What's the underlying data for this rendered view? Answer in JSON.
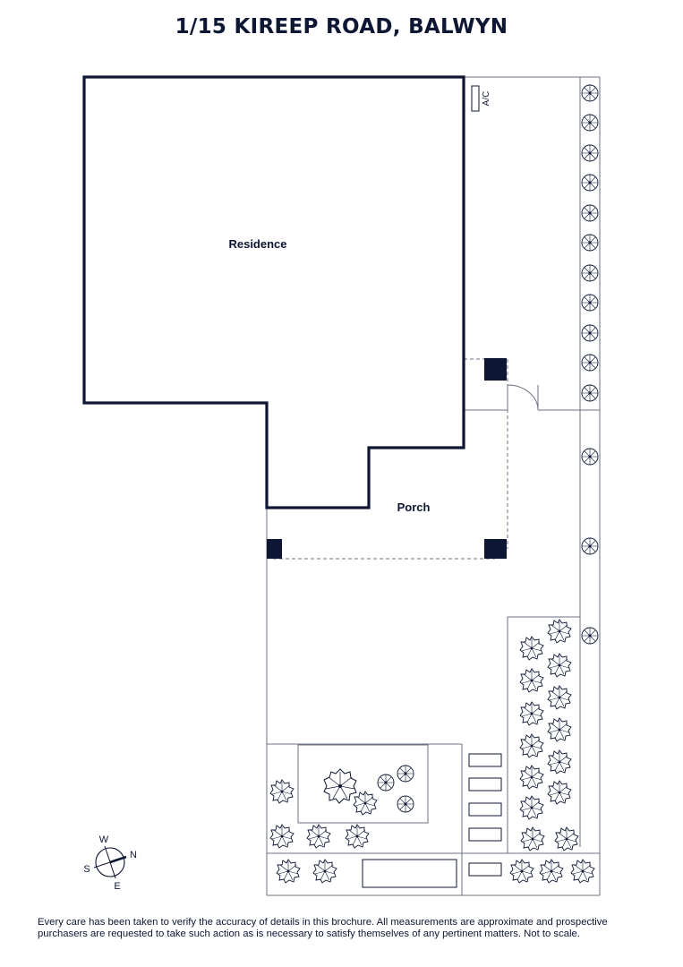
{
  "title": "1/15 KIREEP ROAD, BALWYN",
  "rooms": {
    "residence": "Residence",
    "porch": "Porch",
    "ac": "A/C"
  },
  "compass": {
    "w": "W",
    "n": "N",
    "s": "S",
    "e": "E"
  },
  "disclaimer": {
    "line1": "Every care has been taken to verify the accuracy of details in this brochure. All measurements are approximate and prospective",
    "line2": "purchasers are requested to take such action as is necessary to satisfy themselves of any pertinent matters. Not to scale."
  },
  "colors": {
    "ink": "#0d1633",
    "fine_line": "#6b7280"
  }
}
